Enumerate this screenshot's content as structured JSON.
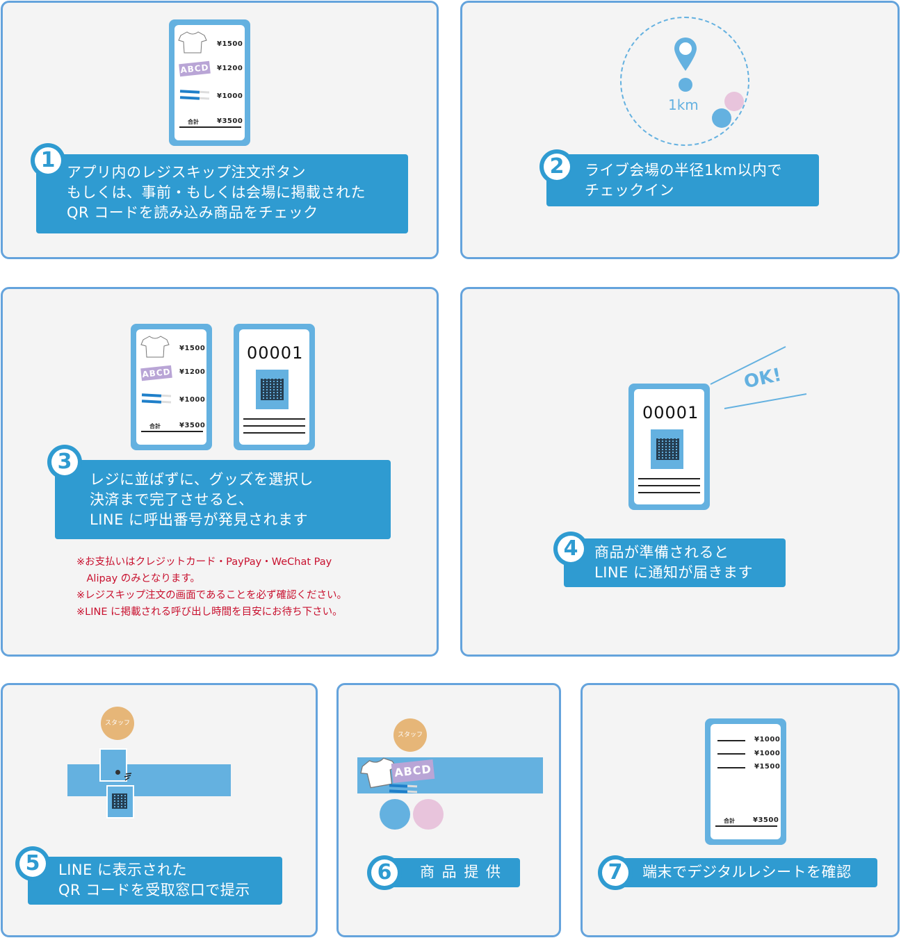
{
  "steps": [
    {
      "number": "1",
      "lines": [
        "アプリ内のレジスキップ注文ボタン",
        "もしくは、事前・もしくは会場に掲載された",
        "QR コードを読み込み商品をチェック"
      ],
      "receipt": {
        "items": [
          {
            "icon": "tshirt",
            "price": "¥1500"
          },
          {
            "icon": "towel-abcd",
            "label": "ABCD",
            "price": "¥1200"
          },
          {
            "icon": "penlight",
            "price": "¥1000"
          }
        ],
        "total_label": "合計",
        "total": "¥3500"
      }
    },
    {
      "number": "2",
      "lines": [
        "ライブ会場の半径1km以内で",
        "チェックイン"
      ],
      "radius_label": "1km"
    },
    {
      "number": "3",
      "lines": [
        "レジに並ばずに、グッズを選択し",
        "決済まで完了させると、",
        "LINE に呼出番号が発見されます"
      ],
      "receipt": {
        "items": [
          {
            "icon": "tshirt",
            "price": "¥1500"
          },
          {
            "icon": "towel-abcd",
            "label": "ABCD",
            "price": "¥1200"
          },
          {
            "icon": "penlight",
            "price": "¥1000"
          }
        ],
        "total_label": "合計",
        "total": "¥3500"
      },
      "ticket_number": "00001",
      "notes": [
        "※お支払いはクレジットカード・PayPay・WeChat Pay",
        "　Alipay のみとなります。",
        "※レジスキップ注文の画面であることを必ず確認ください。",
        "※LINE に掲載される呼び出し時間を目安にお待ち下さい。"
      ]
    },
    {
      "number": "4",
      "lines": [
        "商品が準備されると",
        "LINE に通知が届きます"
      ],
      "ticket_number": "00001",
      "ok_label": "OK!"
    },
    {
      "number": "5",
      "lines": [
        "LINE に表示された",
        "QR コードを受取窓口で提示"
      ],
      "staff_label": "スタッフ"
    },
    {
      "number": "6",
      "lines": [
        "商 品 提 供"
      ],
      "staff_label": "スタッフ",
      "towel_label": "ABCD"
    },
    {
      "number": "7",
      "lines": [
        "端末でデジタルレシートを確認"
      ],
      "receipt": {
        "prices": [
          "¥1000",
          "¥1000",
          "¥1500"
        ],
        "total_label": "合計",
        "total": "¥3500"
      }
    }
  ],
  "colors": {
    "panel_border": "#64a3dc",
    "panel_bg": "#f4f4f4",
    "caption_bg": "#2f9bd1",
    "phone_frame": "#64b1e0",
    "note_red": "#c8102e",
    "staff": "#e6b678",
    "pink": "#e8c4dc"
  }
}
